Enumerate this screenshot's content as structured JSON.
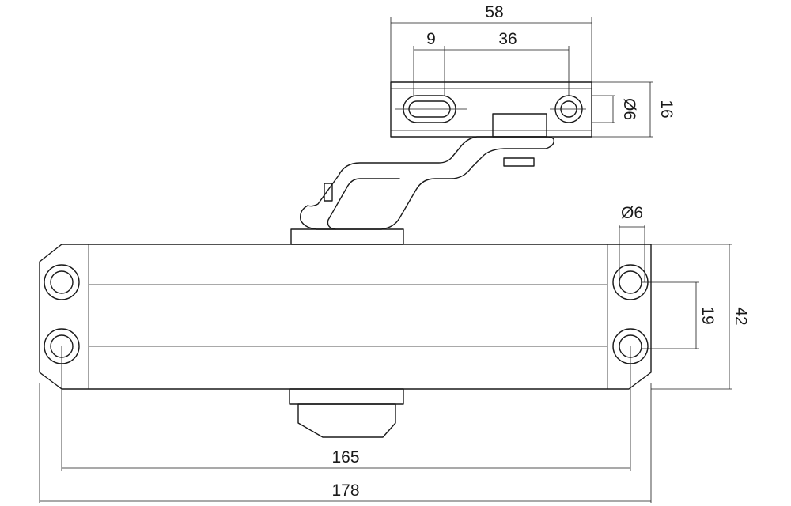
{
  "drawing": {
    "dimensions": {
      "plate_width": "58",
      "slot_offset": "9",
      "hole_spacing": "36",
      "plate_hole_dia": "Ø6",
      "plate_height": "16",
      "body_hole_dia": "Ø6",
      "body_hole_spacing": "19",
      "body_height": "42",
      "mount_hole_spacing": "165",
      "overall_length": "178"
    }
  }
}
